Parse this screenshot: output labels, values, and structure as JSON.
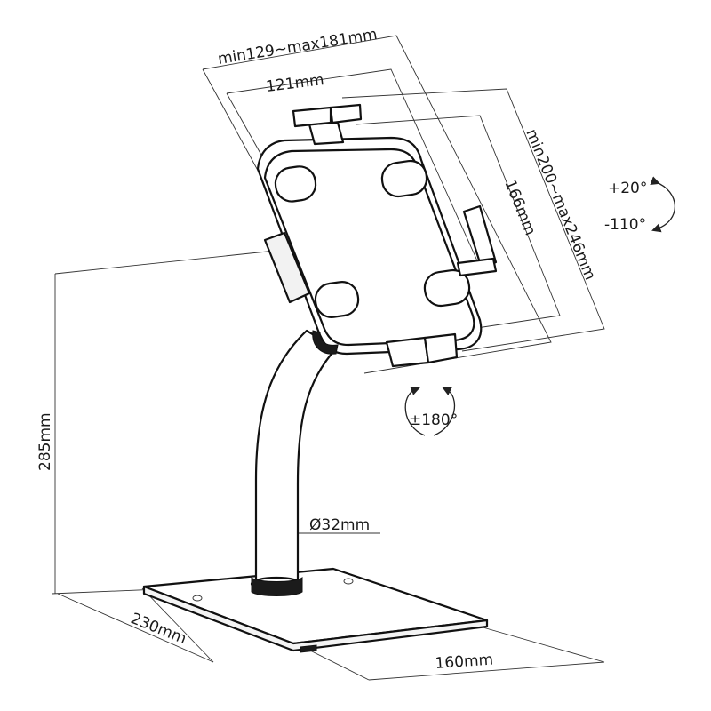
{
  "dimensions": {
    "clamp_width": "min129~max181mm",
    "inner_width": "121mm",
    "inner_height": "166mm",
    "clamp_height": "min200~max246mm",
    "stand_height": "285mm",
    "pole_diameter": "Ø32mm",
    "base_depth": "230mm",
    "base_width": "160mm"
  },
  "rotation": {
    "tilt_up": "+20°",
    "tilt_down": "-110°",
    "swivel": "±180°"
  },
  "icons": [
    "tilt-arrow-icon",
    "swivel-arrow-icon"
  ]
}
